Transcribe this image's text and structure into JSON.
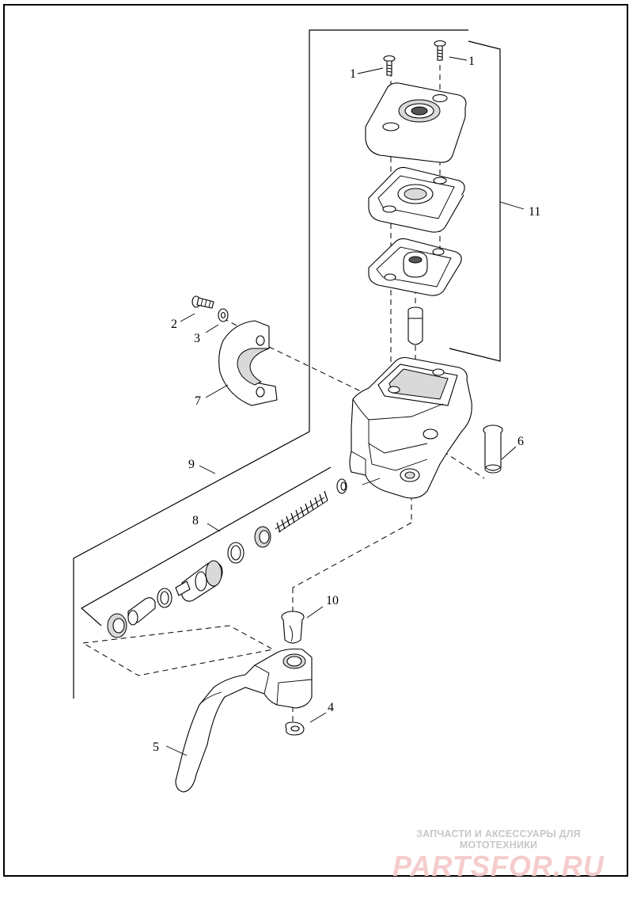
{
  "diagram": {
    "callouts": {
      "c1a": "1",
      "c1b": "1",
      "c2": "2",
      "c3": "3",
      "c4": "4",
      "c5": "5",
      "c6": "6",
      "c7": "7",
      "c8": "8",
      "c9": "9",
      "c10": "10",
      "c11": "11"
    }
  },
  "watermark": {
    "tagline": "ЗАПЧАСТИ И АКСЕССУАРЫ ДЛЯ МОТОТЕХНИКИ",
    "logo": "PARTSFOR.RU"
  }
}
